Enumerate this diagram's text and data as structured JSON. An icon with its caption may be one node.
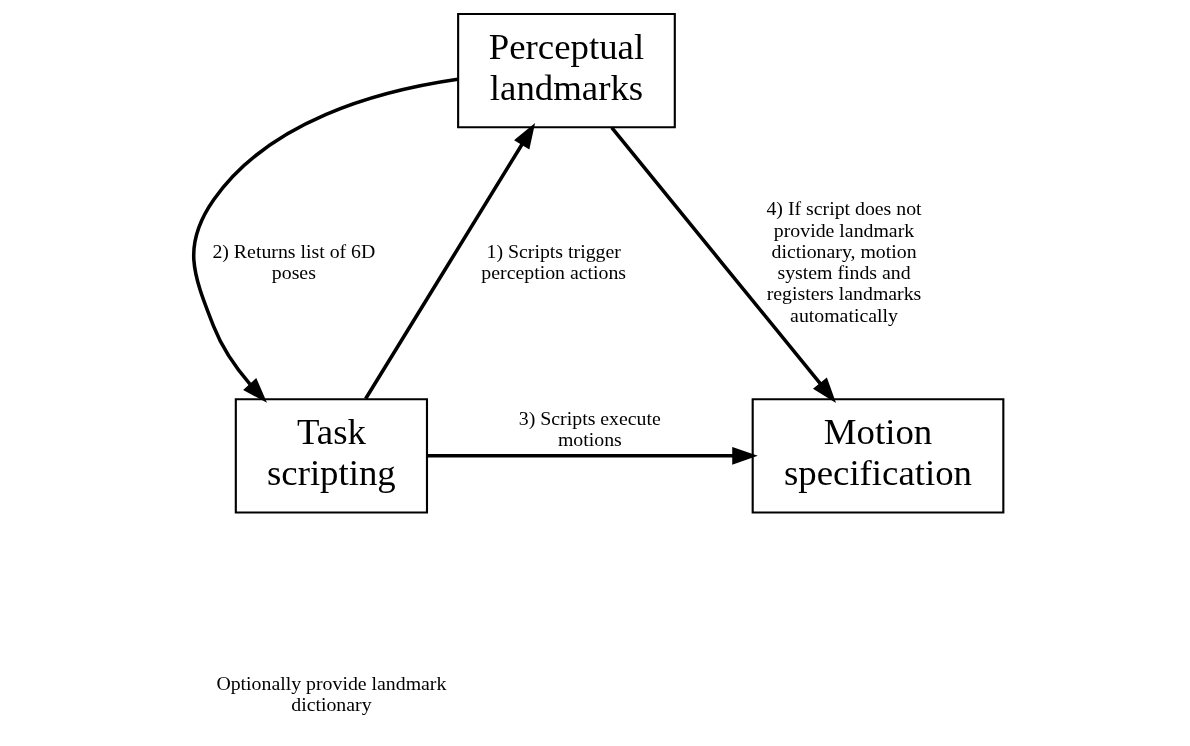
{
  "diagram": {
    "nodes": [
      {
        "text": [
          "Perceptual landmarks"
        ]
      },
      {
        "text": [
          "Task scripting"
        ]
      },
      {
        "text": [
          "Motion specification"
        ]
      }
    ],
    "edges": [
      {
        "from": 1,
        "to": 0,
        "arrow": "to",
        "label": "1) Scripts trigger perception actions"
      },
      {
        "from": 0,
        "to": 1,
        "arrow": "to",
        "label": "2) Returns list of 6D poses"
      },
      {
        "from": 1,
        "to": 2,
        "arrow": "to",
        "label": "3) Scripts execute motions"
      },
      {
        "from": 0,
        "to": 2,
        "arrow": "to",
        "label": "4) If script does not provide landmark dictionary, motion system finds and registers landmarks automatically"
      }
    ],
    "labels": [
      "Optionally provide landmark dictionary"
    ]
  }
}
